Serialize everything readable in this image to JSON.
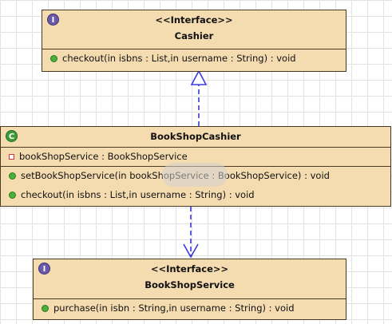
{
  "diagram": {
    "cashier": {
      "stereotype": "<<Interface>>",
      "name": "Cashier",
      "icon_glyph": "I",
      "icon": "interface-icon",
      "methods": [
        {
          "visibility": "public",
          "text": "checkout(in isbns : List,in username : String) : void"
        }
      ]
    },
    "bookshop_cashier": {
      "name": "BookShopCashier",
      "icon_glyph": "C",
      "icon": "class-icon",
      "fields": [
        {
          "visibility": "private",
          "text": "bookShopService : BookShopService"
        }
      ],
      "methods": [
        {
          "visibility": "public",
          "text": "setBookShopService(in bookShopService : BookShopService) : void"
        },
        {
          "visibility": "public",
          "text": "checkout(in isbns : List,in username : String) : void"
        }
      ]
    },
    "bookshop_service": {
      "stereotype": "<<Interface>>",
      "name": "BookShopService",
      "icon_glyph": "I",
      "icon": "interface-icon",
      "methods": [
        {
          "visibility": "public",
          "text": "purchase(in isbn : String,in username : String) : void"
        }
      ]
    },
    "relations": [
      {
        "from": "BookShopCashier",
        "to": "Cashier",
        "kind": "realization"
      },
      {
        "from": "BookShopCashier",
        "to": "BookShopService",
        "kind": "dependency"
      }
    ],
    "colors": {
      "box_fill": "#f5dbb0",
      "box_border": "#4a3a22",
      "connector": "#3a3ad8",
      "interface_icon": "#6b5aa8",
      "class_icon": "#3f9a3a",
      "public_dot": "#4cae3b",
      "private_marker": "#c83a3a"
    }
  }
}
